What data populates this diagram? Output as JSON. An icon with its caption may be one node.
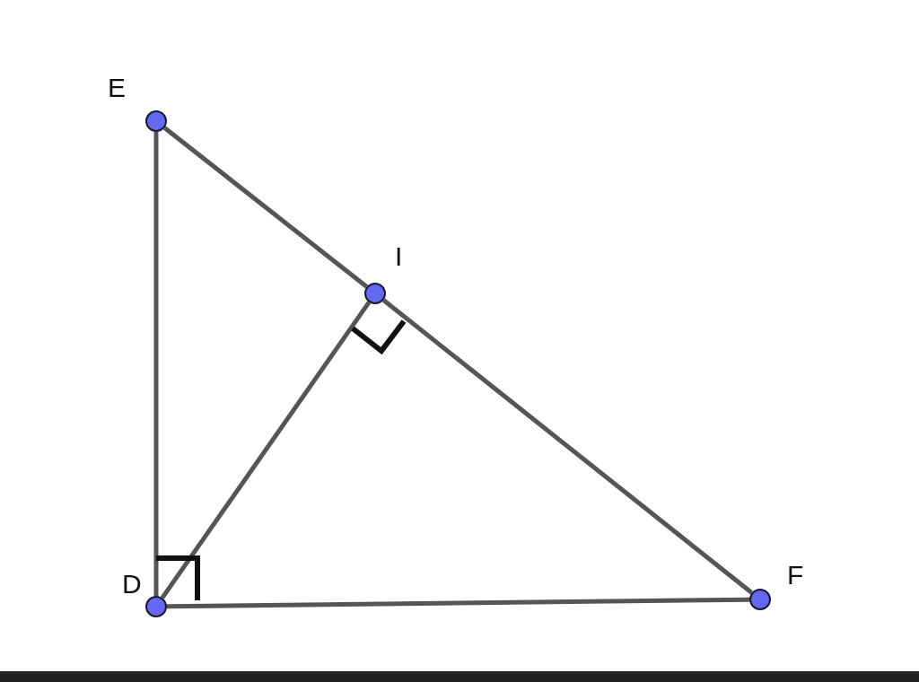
{
  "diagram": {
    "nodes": [
      {
        "text": [
          "E"
        ]
      },
      {
        "text": [
          "I"
        ]
      },
      {
        "text": [
          "D"
        ]
      },
      {
        "text": [
          "F"
        ]
      }
    ],
    "edges": [
      {
        "from": 0,
        "to": 1,
        "arrow": "none"
      },
      {
        "from": 1,
        "to": 3,
        "arrow": "none"
      },
      {
        "from": 0,
        "to": 2,
        "arrow": "none"
      },
      {
        "from": 2,
        "to": 3,
        "arrow": "none"
      },
      {
        "from": 2,
        "to": 1,
        "arrow": "none"
      }
    ]
  }
}
